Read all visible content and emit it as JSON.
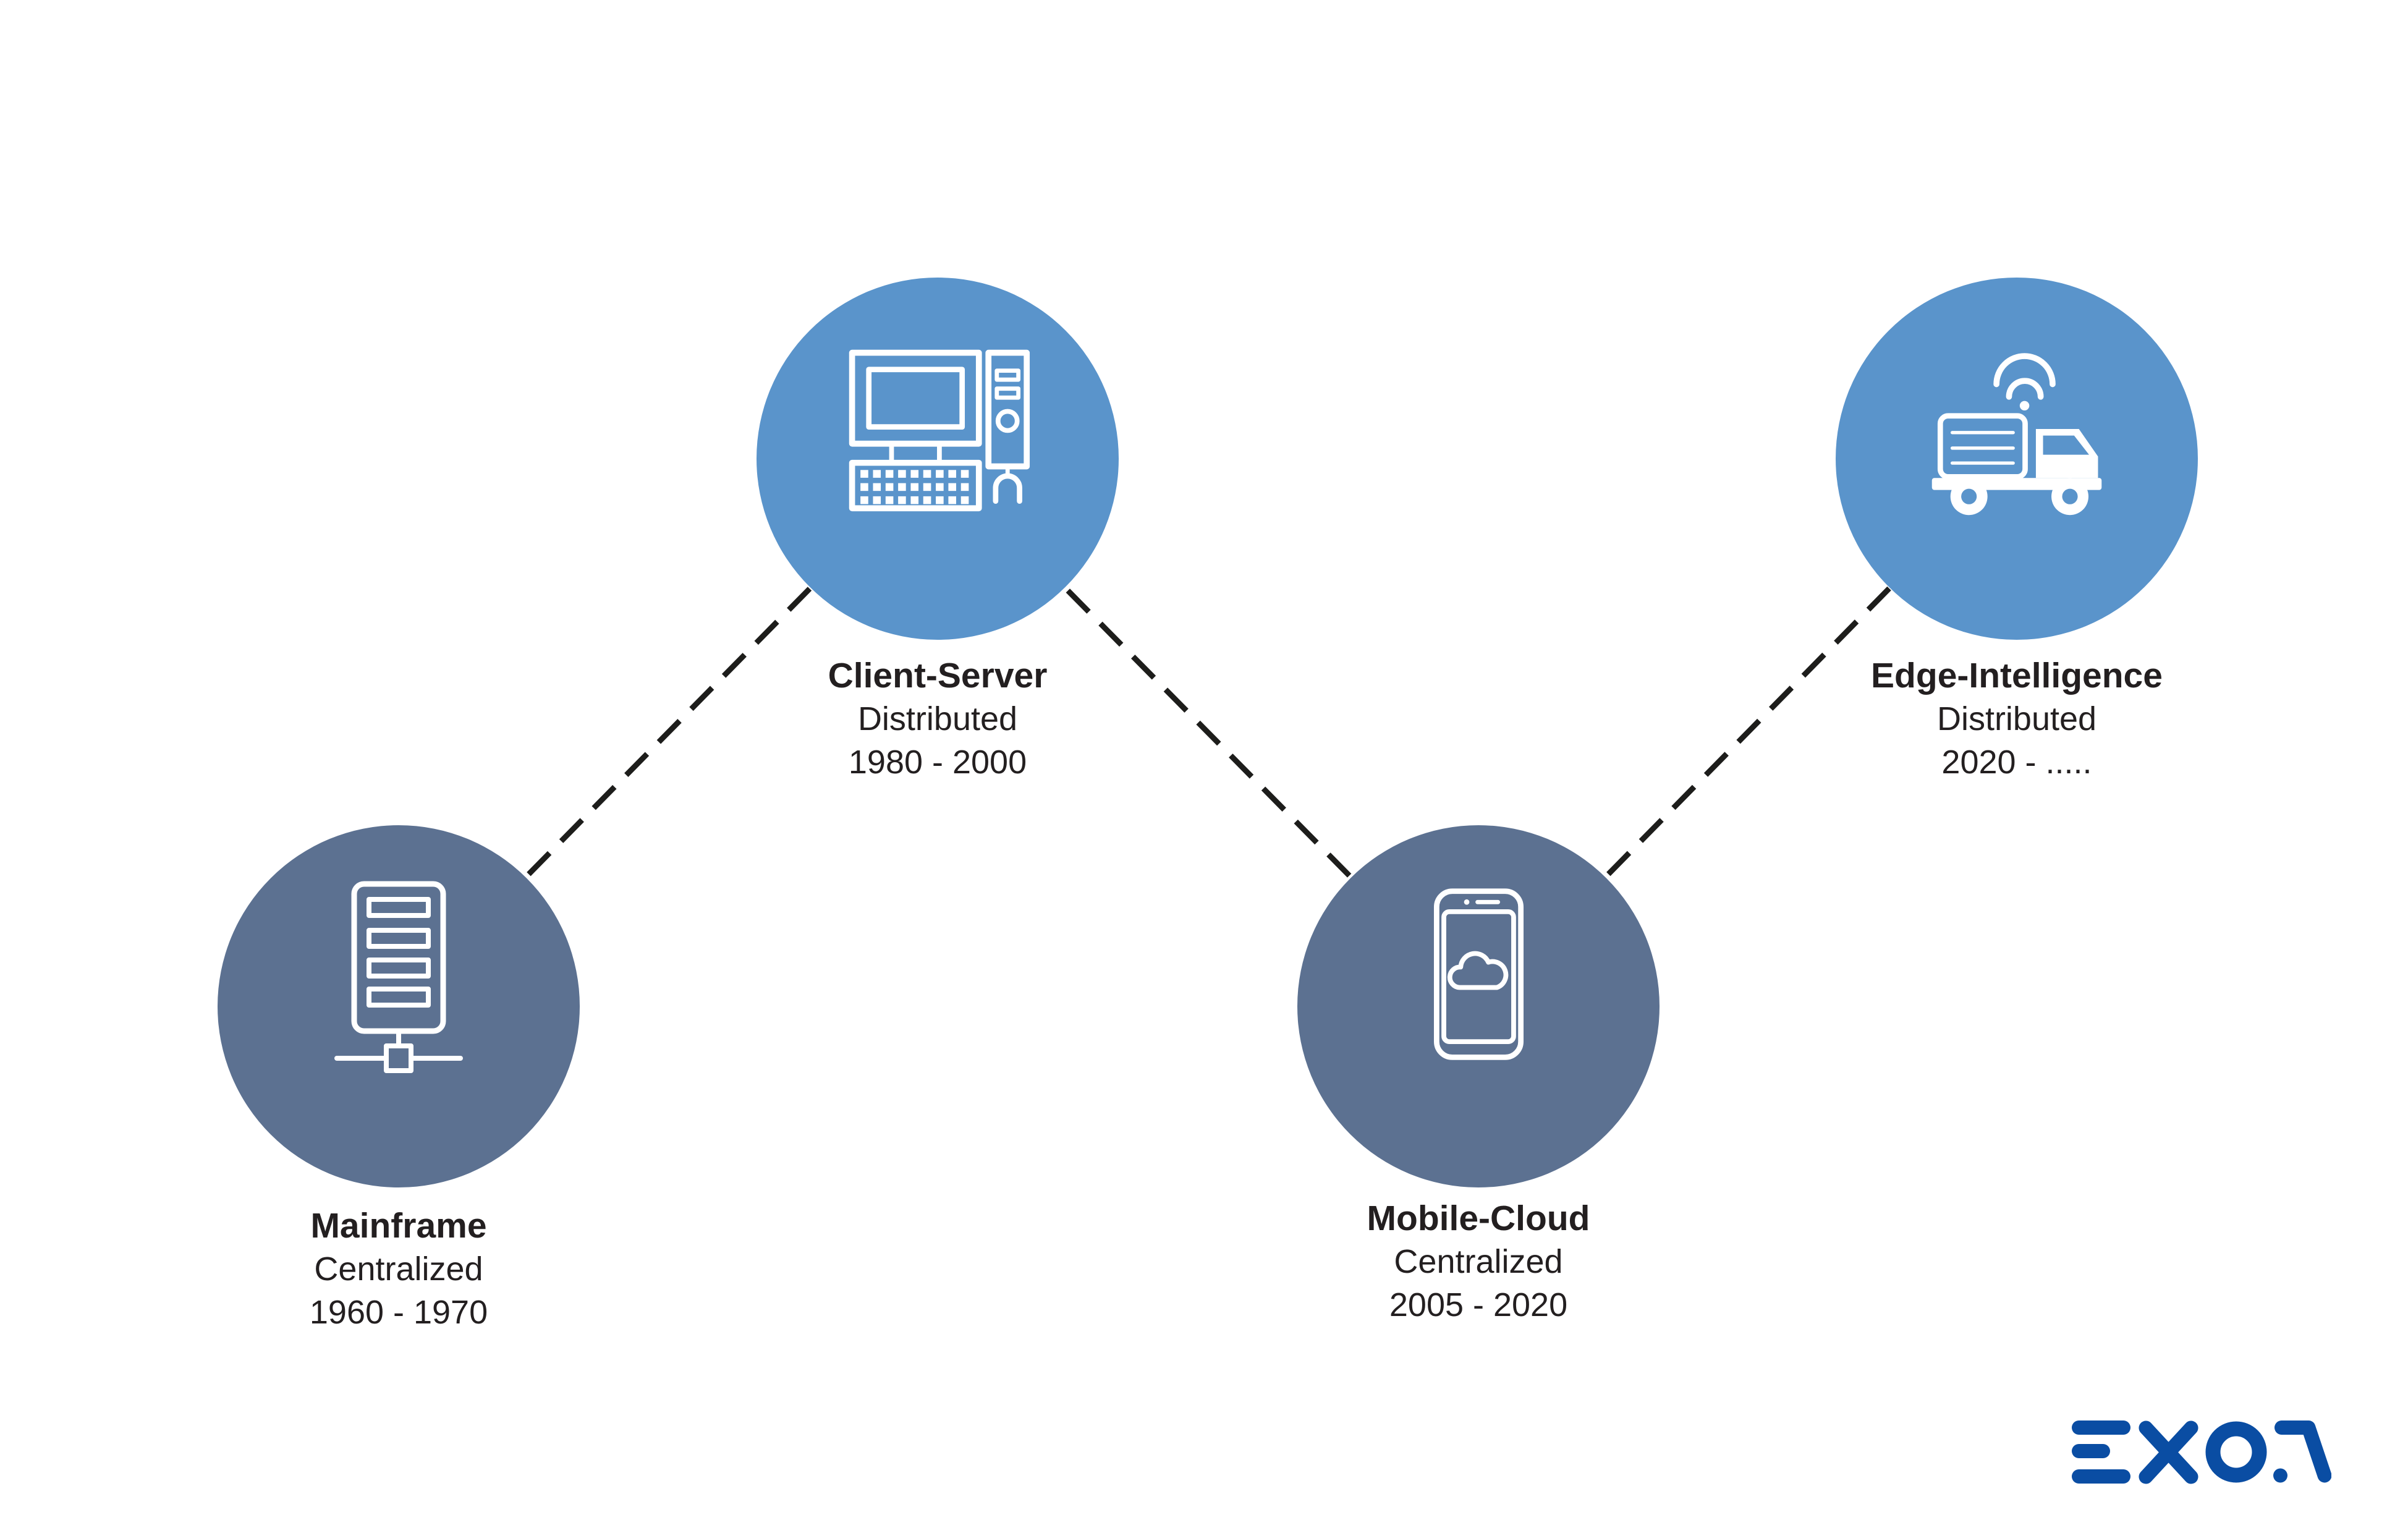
{
  "palette": {
    "page_bg": "#FFFFFF",
    "light_blue": "#5A94CB",
    "slate_blue": "#5C7191",
    "text_dark": "#231F20",
    "connector_black": "#1D1D1B",
    "logo_blue": "#0A4DA3",
    "icon_white": "#FFFFFF"
  },
  "nodes": [
    {
      "id": "mainframe",
      "title": "Mainframe",
      "architecture": "Centralized",
      "years": "1960 - 1970",
      "icon": "server-network-icon",
      "tone": "slate"
    },
    {
      "id": "client-server",
      "title": "Client-Server",
      "architecture": "Distributed",
      "years": "1980 - 2000",
      "icon": "desktop-computer-icon",
      "tone": "light"
    },
    {
      "id": "mobile-cloud",
      "title": "Mobile-Cloud",
      "architecture": "Centralized",
      "years": "2005 - 2020",
      "icon": "smartphone-cloud-icon",
      "tone": "slate"
    },
    {
      "id": "edge-intelligence",
      "title": "Edge-Intelligence",
      "architecture": "Distributed",
      "years": "2020 - .....",
      "icon": "connected-truck-icon",
      "tone": "light"
    }
  ],
  "connectors": [
    {
      "from": "mainframe",
      "to": "client-server"
    },
    {
      "from": "client-server",
      "to": "mobile-cloud"
    },
    {
      "from": "mobile-cloud",
      "to": "edge-intelligence"
    }
  ],
  "logo": {
    "brand": "EXOR"
  }
}
